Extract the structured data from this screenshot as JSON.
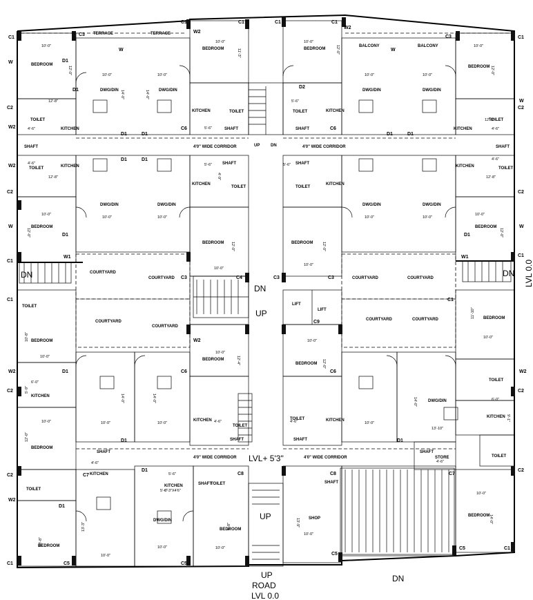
{
  "rooms": {
    "bedroom": "BEDROOM",
    "dwg_din": "DWG/DIN",
    "kitchen": "KITCHEN",
    "toilet": "TOILET",
    "shaft": "SHAFT",
    "terrace": "TERRACE",
    "balcony": "BALCONY",
    "courtyard": "COURTYARD",
    "lift": "LIFT",
    "shop": "SHOP",
    "store": "STORE"
  },
  "corridor": "4'0\" WIDE CORRIDOR",
  "levels": {
    "mid": "LVL+ 5'3\"",
    "right": "LVL 0.0",
    "bottom": "LVL 0.0",
    "road": "ROAD"
  },
  "stairs": {
    "up": "UP",
    "dn": "DN"
  },
  "columns": [
    "C1",
    "C2",
    "C3",
    "C4",
    "C5",
    "C6",
    "C7",
    "C8",
    "C9"
  ],
  "doors_windows": [
    "D1",
    "D2",
    "W",
    "W1",
    "W2"
  ],
  "dims": [
    "10'-0\"",
    "12'-0\"",
    "14'-0\"",
    "13'-9\"",
    "12'-8\"",
    "4'-6\"",
    "5'-6\"",
    "4'-9\"",
    "6'-8\"",
    "11'-3\"",
    "12'-4\"",
    "13'-3\"",
    "6'-0\"",
    "9'-1\"",
    "13'-10\"",
    "10'-8\"",
    "11'-10\"",
    "5'-9\"",
    "6'-3\"X4'6\""
  ]
}
